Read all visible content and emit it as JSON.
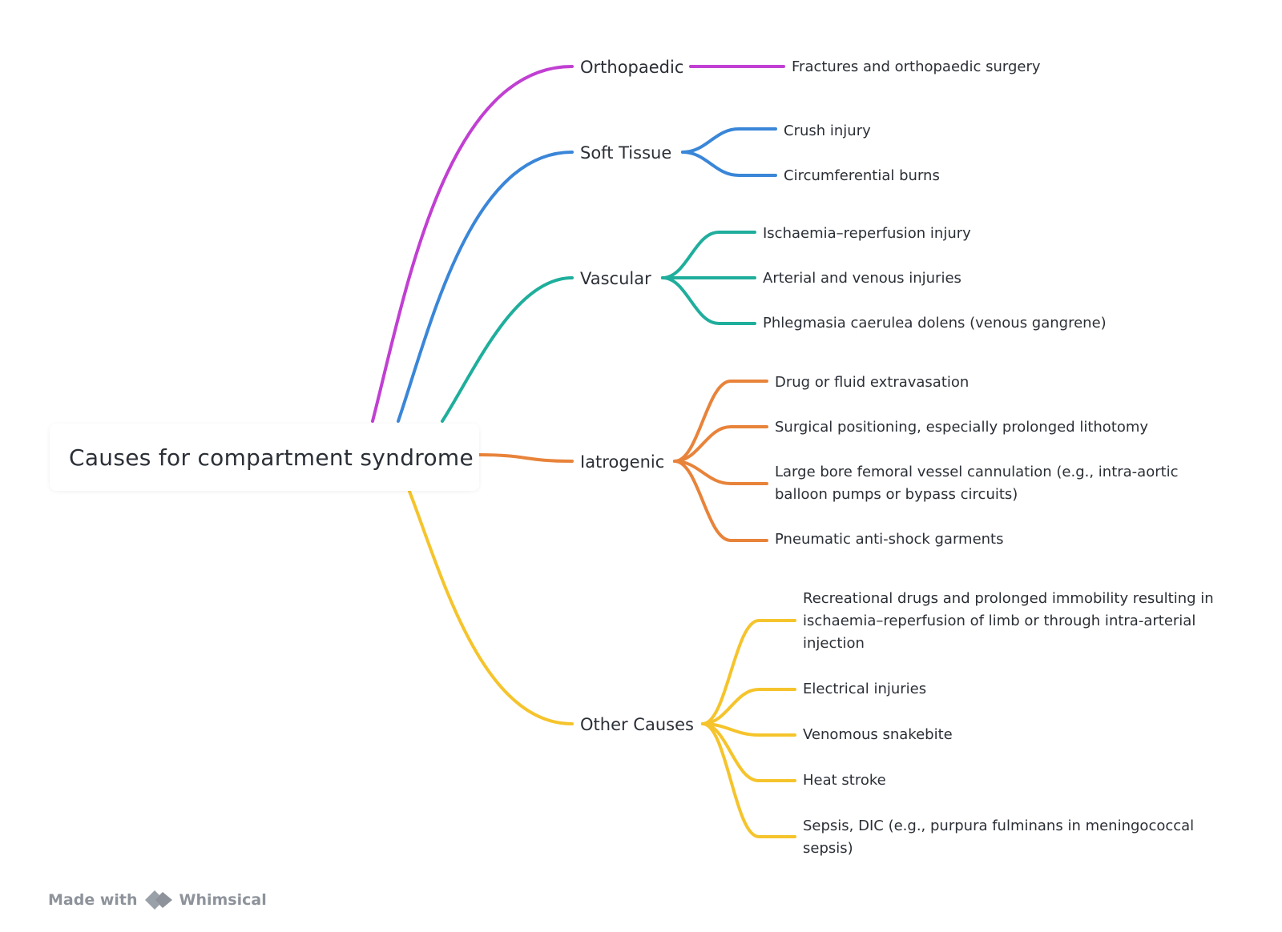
{
  "root": {
    "label": "Causes for compartment syndrome"
  },
  "branches": [
    {
      "id": "orthopaedic",
      "label": "Orthopaedic",
      "color": "#c13fd2",
      "leaves": [
        "Fractures and orthopaedic surgery"
      ]
    },
    {
      "id": "soft-tissue",
      "label": "Soft Tissue",
      "color": "#3a86d8",
      "leaves": [
        "Crush injury",
        "Circumferential burns"
      ]
    },
    {
      "id": "vascular",
      "label": "Vascular",
      "color": "#1fae9c",
      "leaves": [
        "Ischaemia–reperfusion injury",
        "Arterial and venous injuries",
        "Phlegmasia caerulea dolens (venous gangrene)"
      ]
    },
    {
      "id": "iatrogenic",
      "label": "Iatrogenic",
      "color": "#e8833a",
      "leaves": [
        "Drug or fluid extravasation",
        "Surgical positioning, especially prolonged lithotomy",
        "Large bore femoral vessel cannulation (e.g., intra-aortic balloon pumps or bypass circuits)",
        "Pneumatic anti-shock garments"
      ]
    },
    {
      "id": "other-causes",
      "label": "Other Causes",
      "color": "#f5c42c",
      "leaves": [
        "Recreational drugs and prolonged immobility resulting in ischaemia–reperfusion of limb or through intra-arterial injection",
        "Electrical injuries",
        "Venomous snakebite",
        "Heat stroke",
        "Sepsis, DIC (e.g., purpura fulminans in meningococcal sepsis)"
      ]
    }
  ],
  "watermark": {
    "made_with": "Made with",
    "brand": "Whimsical"
  }
}
